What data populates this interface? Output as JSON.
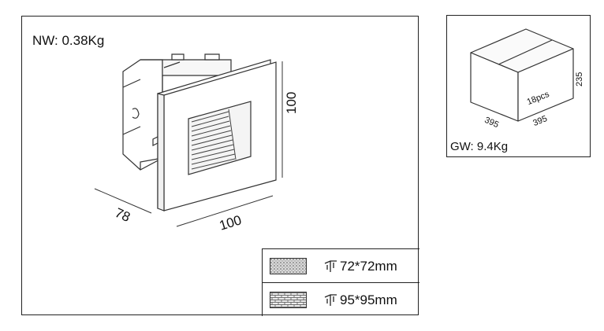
{
  "main_panel": {
    "net_weight": "NW: 0.38Kg",
    "dimensions": {
      "height": "100",
      "depth": "78",
      "width": "100"
    },
    "cutout_table": [
      {
        "texture": "stone-pattern",
        "icon": "wall-cutout-icon",
        "size": "72*72mm"
      },
      {
        "texture": "brick-pattern",
        "icon": "wall-cutout-icon",
        "size": "95*95mm"
      }
    ]
  },
  "carton_panel": {
    "gross_weight": "GW: 9.4Kg",
    "quantity": "18pcs",
    "length": "395",
    "width": "395",
    "height": "235"
  }
}
